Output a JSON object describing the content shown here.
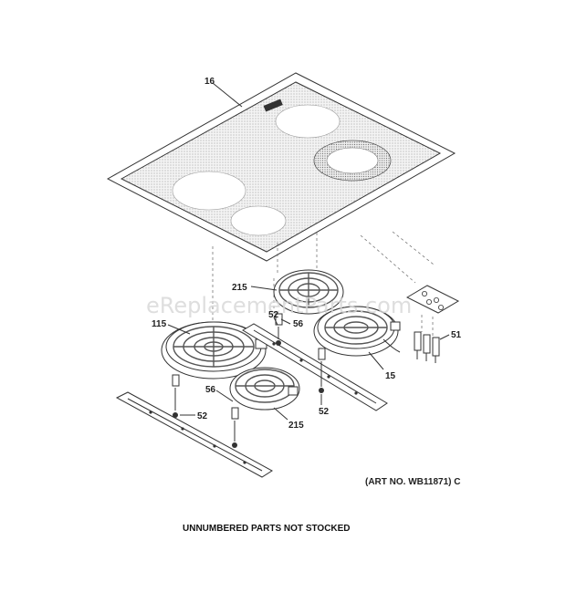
{
  "watermark": "eReplacementParts.com",
  "labels": {
    "cooktop": "16",
    "element_top": "215",
    "element_left": "115",
    "element_right": "15",
    "element_bottom": "215",
    "screw_a": "52",
    "screw_b": "52",
    "screw_c": "52",
    "spacer_a": "56",
    "spacer_b": "56",
    "receptacles": "51"
  },
  "art_number": "(ART NO. WB11871) C",
  "footer_note": "UNNUMBERED PARTS NOT STOCKED"
}
